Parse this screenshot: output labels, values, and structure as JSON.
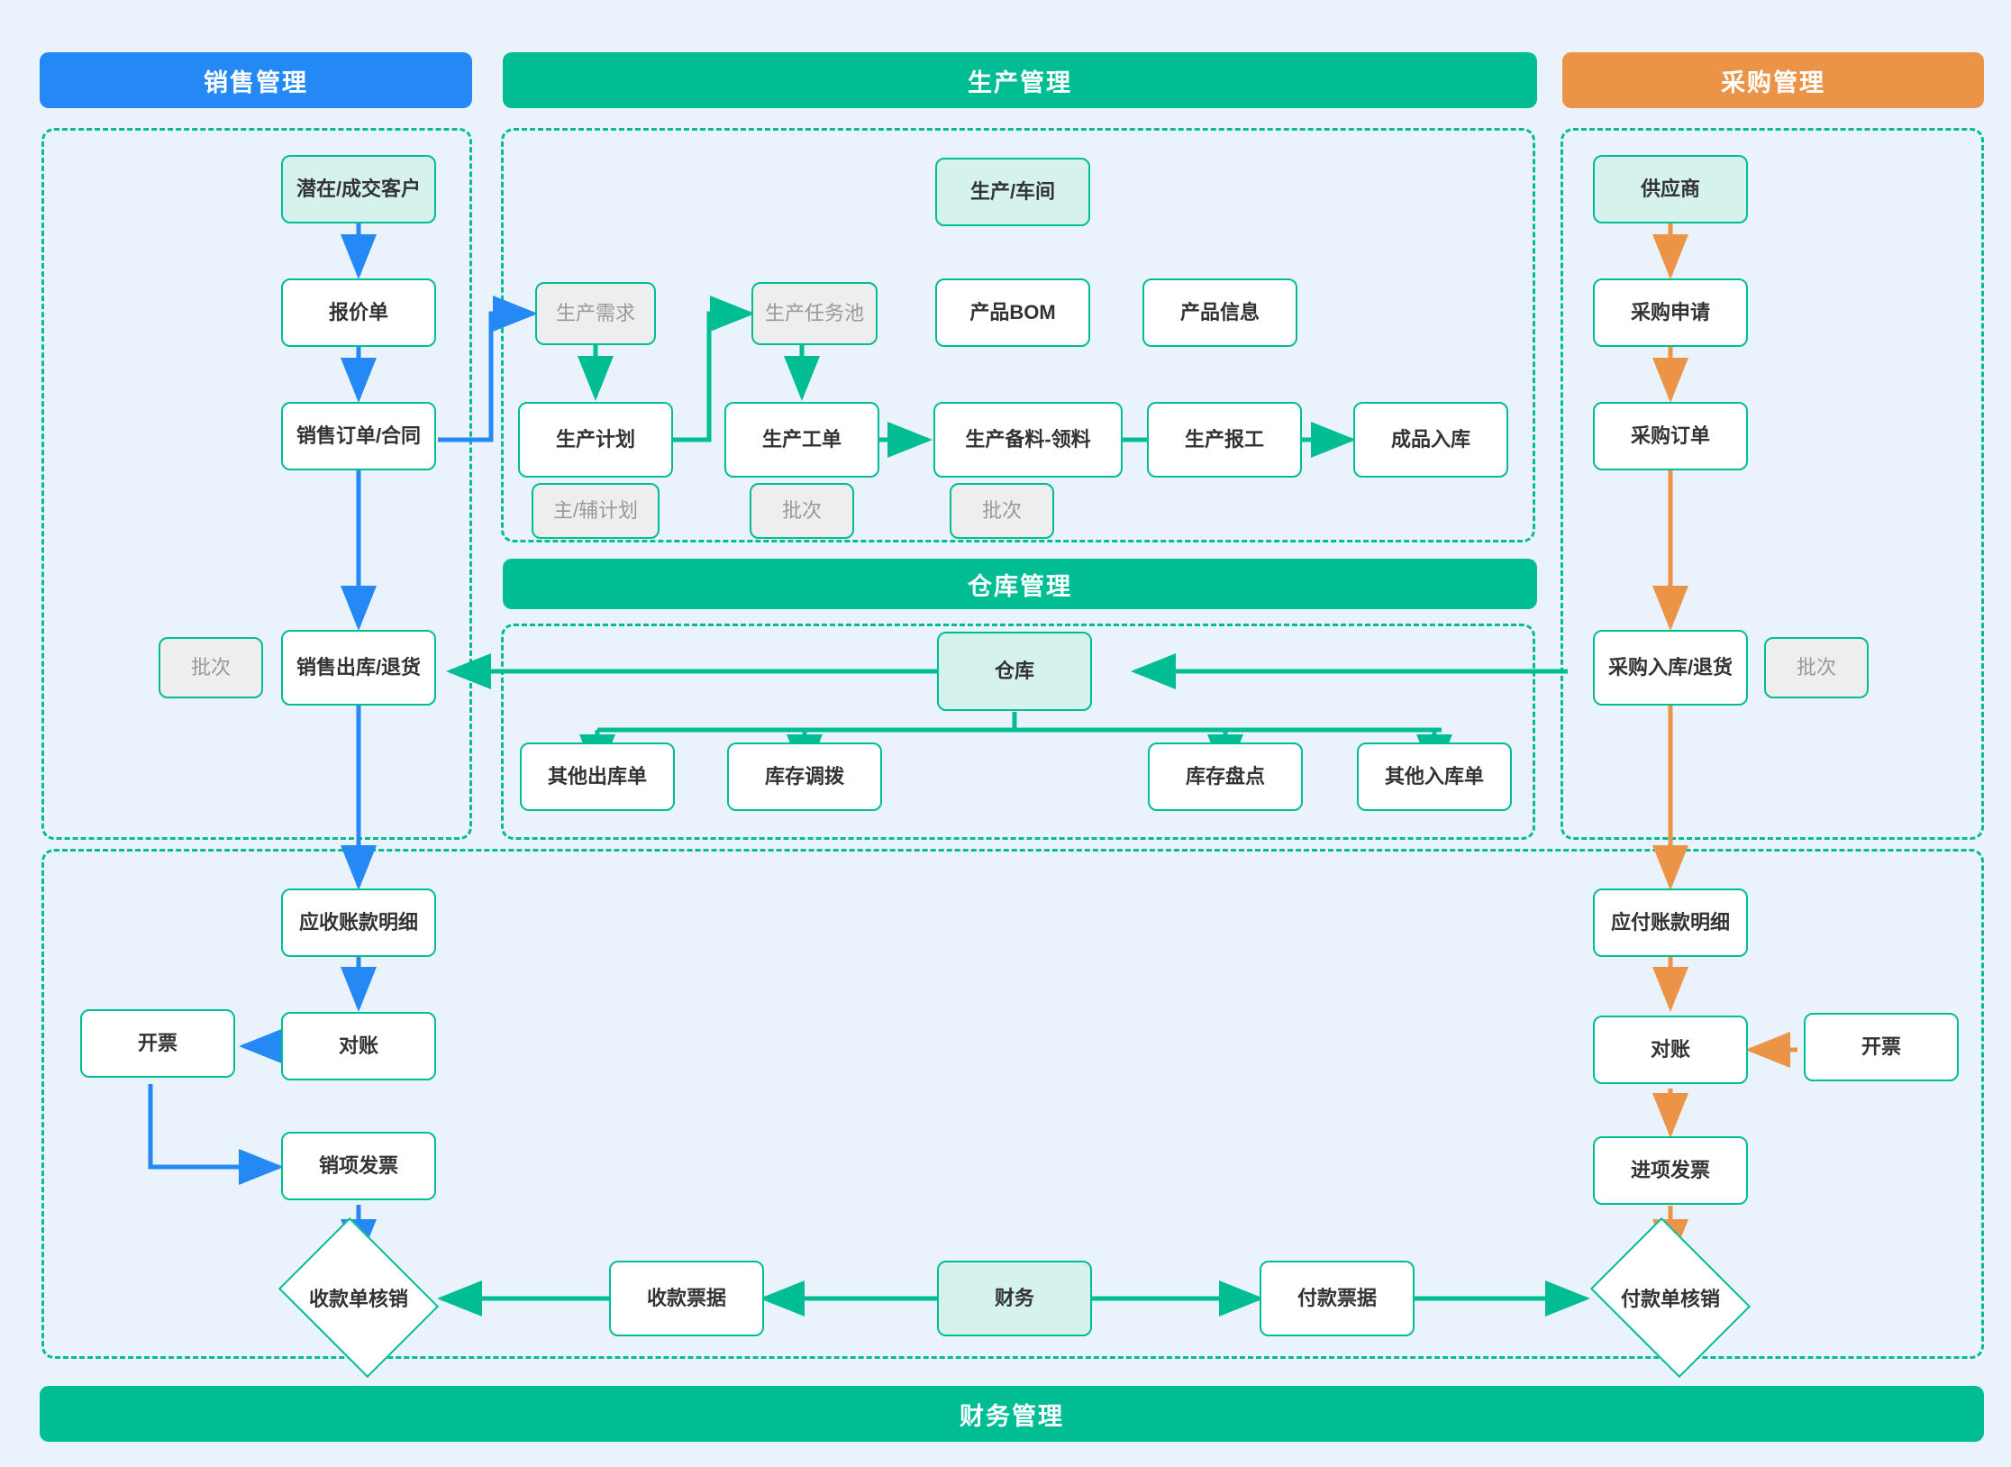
{
  "bands": {
    "sales": "销售管理",
    "production": "生产管理",
    "purchase": "采购管理",
    "warehouse": "仓库管理",
    "finance": "财务管理"
  },
  "colors": {
    "sales_accent": "#2589f5",
    "production_accent": "#00bd94",
    "purchase_accent": "#eb9447",
    "warehouse_accent": "#00bd94",
    "finance_accent": "#00bd94",
    "canvas": "#eaf3fb",
    "node_border": "#00bd94",
    "mint_fill": "#d5f3ec",
    "grey_fill": "#eeeeee",
    "grey_text": "#999999"
  },
  "sales": {
    "customer": "潜在/成交客户",
    "quotation": "报价单",
    "sales_order": "销售订单/合同",
    "sales_out": "销售出库/退货",
    "sales_out_batch": "批次"
  },
  "production": {
    "workshop": "生产/车间",
    "demand": "生产需求",
    "task_pool": "生产任务池",
    "bom": "产品BOM",
    "product_info": "产品信息",
    "plan": "生产计划",
    "plan_tag": "主/辅计划",
    "work_order": "生产工单",
    "work_order_tag": "批次",
    "material_pick": "生产备料-领料",
    "material_pick_tag": "批次",
    "report": "生产报工",
    "finished_in": "成品入库"
  },
  "warehouse": {
    "warehouse": "仓库",
    "other_out": "其他出库单",
    "transfer": "库存调拨",
    "stocktake": "库存盘点",
    "other_in": "其他入库单"
  },
  "purchase": {
    "supplier": "供应商",
    "requisition": "采购申请",
    "order": "采购订单",
    "purchase_in": "采购入库/退货",
    "purchase_in_batch": "批次"
  },
  "finance": {
    "receivable_detail": "应收账款明细",
    "recv_reconcile": "对账",
    "recv_invoice_issue": "开票",
    "output_invoice": "销项发票",
    "recv_writeoff": "收款单核销",
    "receipt_doc": "收款票据",
    "finance_node": "财务",
    "payment_doc": "付款票据",
    "pay_writeoff": "付款单核销",
    "payable_detail": "应付账款明细",
    "pay_reconcile": "对账",
    "pay_invoice_issue": "开票",
    "input_invoice": "进项发票"
  }
}
